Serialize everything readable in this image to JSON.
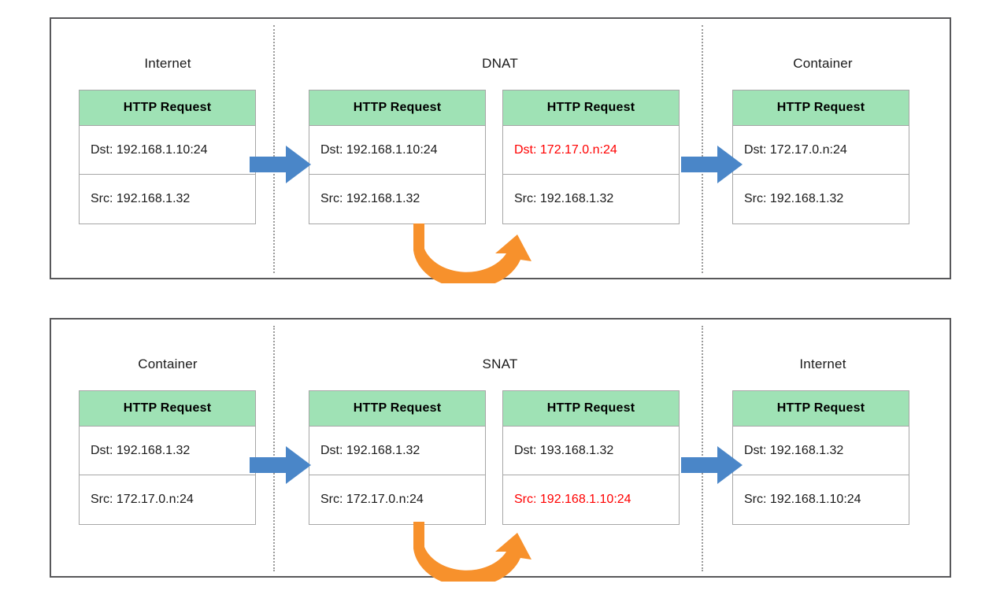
{
  "colors": {
    "panel_border": "#58585a",
    "card_border": "#a6a6a6",
    "header_green": "#9fe2b5",
    "highlight_red": "#ff0000",
    "arrow_blue": "#4a86c8",
    "arrow_orange": "#f7912c",
    "divider_gray": "#9a9a9a",
    "text": "#1a1a1a"
  },
  "panels": [
    {
      "id": "dnat",
      "zones": [
        {
          "label": "Internet"
        },
        {
          "label": "DNAT"
        },
        {
          "label": "Container"
        }
      ],
      "cards": [
        {
          "header": "HTTP Request",
          "dst": "Dst: 192.168.1.10:24",
          "src": "Src: 192.168.1.32",
          "dst_highlight": false,
          "src_highlight": false
        },
        {
          "header": "HTTP Request",
          "dst": "Dst: 192.168.1.10:24",
          "src": "Src: 192.168.1.32",
          "dst_highlight": false,
          "src_highlight": false
        },
        {
          "header": "HTTP Request",
          "dst": "Dst: 172.17.0.n:24",
          "src": "Src: 192.168.1.32",
          "dst_highlight": true,
          "src_highlight": false
        },
        {
          "header": "HTTP Request",
          "dst": "Dst: 172.17.0.n:24",
          "src": "Src: 192.168.1.32",
          "dst_highlight": false,
          "src_highlight": false
        }
      ]
    },
    {
      "id": "snat",
      "zones": [
        {
          "label": "Container"
        },
        {
          "label": "SNAT"
        },
        {
          "label": "Internet"
        }
      ],
      "cards": [
        {
          "header": "HTTP Request",
          "dst": "Dst: 192.168.1.32",
          "src": "Src: 172.17.0.n:24",
          "dst_highlight": false,
          "src_highlight": false
        },
        {
          "header": "HTTP Request",
          "dst": "Dst: 192.168.1.32",
          "src": "Src: 172.17.0.n:24",
          "dst_highlight": false,
          "src_highlight": false
        },
        {
          "header": "HTTP Request",
          "dst": "Dst: 193.168.1.32",
          "src": "Src: 192.168.1.10:24",
          "dst_highlight": false,
          "src_highlight": true
        },
        {
          "header": "HTTP Request",
          "dst": "Dst: 192.168.1.32",
          "src": "Src: 192.168.1.10:24",
          "dst_highlight": false,
          "src_highlight": false
        }
      ]
    }
  ]
}
